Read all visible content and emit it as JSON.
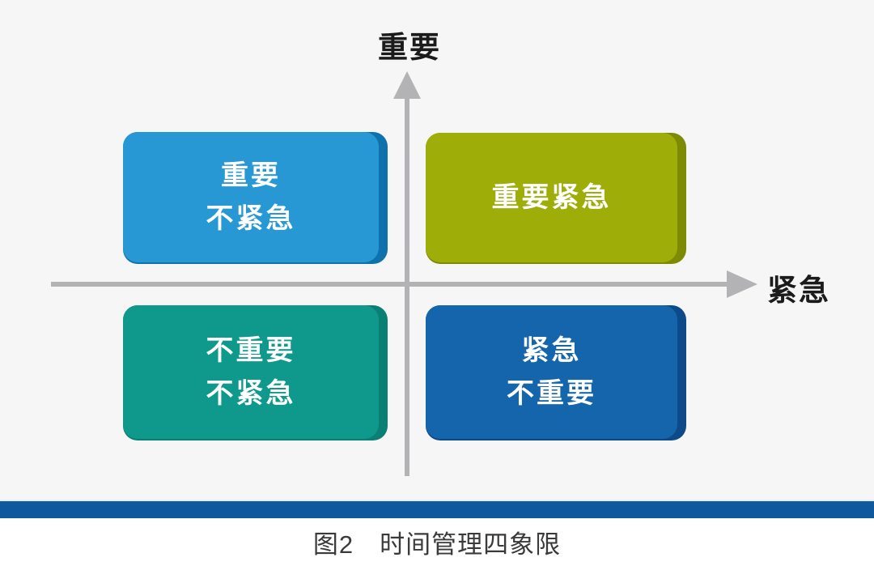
{
  "figure": {
    "type": "quadrant-diagram",
    "caption": "图2　时间管理四象限",
    "background_color": "#f6f6f7",
    "divider_bar_color": "#0e599e"
  },
  "axes": {
    "color": "#b3b3b5",
    "y_label": "重要",
    "x_label": "紧急"
  },
  "quadrants": {
    "top_left": {
      "line1": "重要",
      "line2": "不紧急",
      "face": "#2798d3",
      "edge": "#0f72ad"
    },
    "top_right": {
      "line1": "重要紧急",
      "line2": "",
      "face": "#9ead07",
      "edge": "#7c8a04"
    },
    "bottom_left": {
      "line1": "不重要",
      "line2": "不紧急",
      "face": "#0f998c",
      "edge": "#0a7f74"
    },
    "bottom_right": {
      "line1": "紧急",
      "line2": "不重要",
      "face": "#1565ad",
      "edge": "#0d4a8a"
    }
  }
}
